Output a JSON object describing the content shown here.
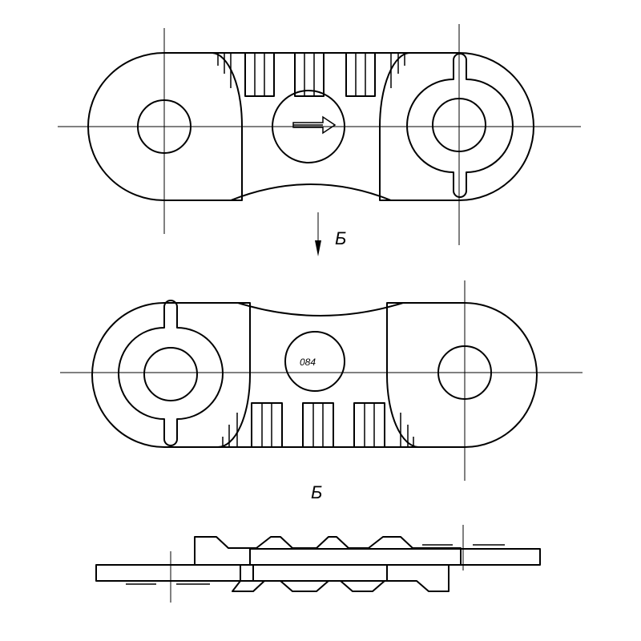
{
  "drawing": {
    "view_arrow_label": "Б",
    "view_title": "Б",
    "part_marking": "084"
  }
}
